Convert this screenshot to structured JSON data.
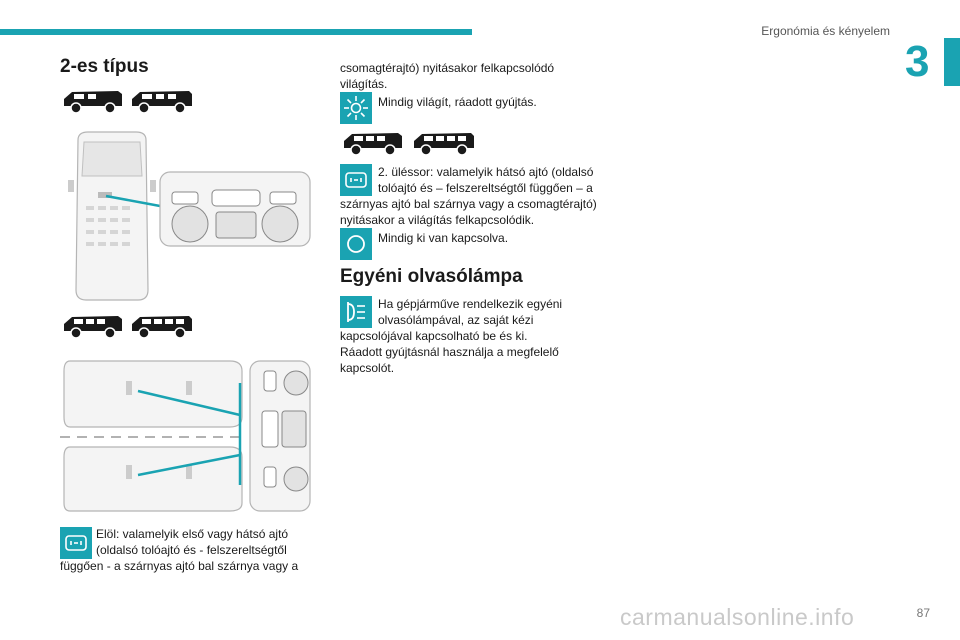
{
  "header": {
    "section_title": "Ergonómia és kényelem",
    "chapter_number": "3"
  },
  "left": {
    "heading": "2-es típus",
    "caption_front_line1": "Elöl: valamelyik első vagy hátsó ajtó",
    "caption_front_line2": "(oldalsó tolóajtó és - felszereltségtől",
    "caption_front_line3": "függően - a szárnyas ajtó bal szárnya vagy a"
  },
  "right": {
    "cont_line1": "csomagtérajtó) nyitásakor felkapcsolódó",
    "cont_line2": "világítás.",
    "always_on": "Mindig világít, ráadott gyújtás.",
    "second_row_line1": "2. üléssor: valamelyik hátsó ajtó (oldalsó",
    "second_row_line2": "tolóajtó és – felszereltségtől függően – a",
    "second_row_line3": "szárnyas ajtó bal szárnya vagy a csomagtérajtó)",
    "second_row_line4": "nyitásakor a világítás felkapcsolódik.",
    "always_off": "Mindig ki van kapcsolva.",
    "reading_heading": "Egyéni olvasólámpa",
    "reading_line1": "Ha gépjárműve rendelkezik egyéni",
    "reading_line2": "olvasólámpával, az saját kézi",
    "reading_line3": "kapcsolójával kapcsolható be és ki.",
    "reading_line4": "Ráadott gyújtásnál használja a megfelelő",
    "reading_line5": "kapcsolót."
  },
  "footer": {
    "page_number": "87",
    "watermark": "carmanualsonline.info"
  },
  "colors": {
    "accent": "#1aa3b2"
  }
}
